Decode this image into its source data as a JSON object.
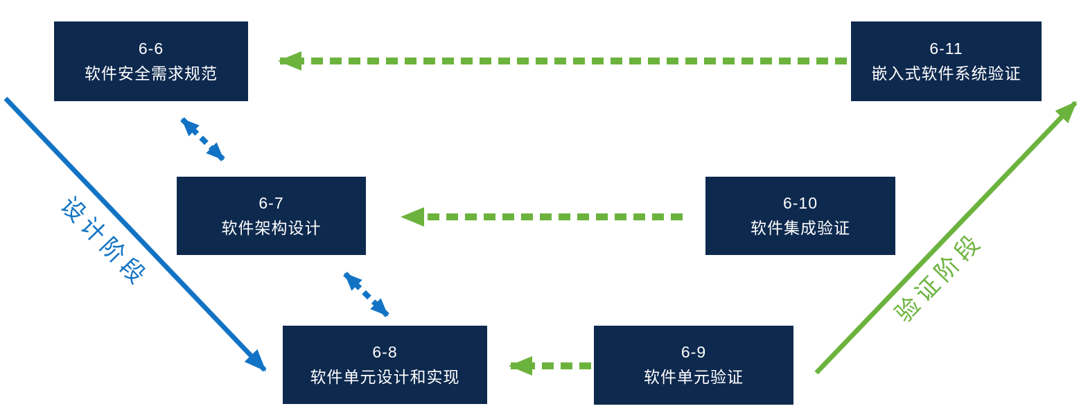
{
  "colors": {
    "navy": "#0E294E",
    "blue": "#1273C4",
    "green": "#6CB33E",
    "text-on-navy": "#FFFFFF",
    "bg": "#FFFFFF"
  },
  "nodes": [
    {
      "id": "6-6",
      "label": "软件安全需求规范"
    },
    {
      "id": "6-7",
      "label": "软件架构设计"
    },
    {
      "id": "6-8",
      "label": "软件单元设计和实现"
    },
    {
      "id": "6-9",
      "label": "软件单元验证"
    },
    {
      "id": "6-10",
      "label": "软件集成验证"
    },
    {
      "id": "6-11",
      "label": "嵌入式软件系统验证"
    }
  ],
  "phase_labels": {
    "design": "设计阶段",
    "verification": "验证阶段"
  },
  "arrows": [
    {
      "name": "verification-feedback-top",
      "from": "6-11",
      "to": "6-6",
      "style": "dashed",
      "color": "green",
      "direction": "right-to-left"
    },
    {
      "name": "verification-feedback-middle",
      "from": "6-10",
      "to": "6-7",
      "style": "dashed",
      "color": "green",
      "direction": "right-to-left"
    },
    {
      "name": "verification-feedback-bottom",
      "from": "6-9",
      "to": "6-8",
      "style": "dashed",
      "color": "green",
      "direction": "right-to-left"
    },
    {
      "name": "design-link-upper",
      "between": [
        "6-6",
        "6-7"
      ],
      "style": "dashed-double-headed",
      "color": "blue"
    },
    {
      "name": "design-link-lower",
      "between": [
        "6-7",
        "6-8"
      ],
      "style": "dashed-double-headed",
      "color": "blue"
    },
    {
      "name": "design-phase-axis",
      "label": "设计阶段",
      "style": "solid",
      "color": "blue",
      "direction": "top-left-to-bottom-right"
    },
    {
      "name": "verification-phase-axis",
      "label": "验证阶段",
      "style": "solid",
      "color": "green",
      "direction": "bottom-left-to-top-right"
    }
  ]
}
